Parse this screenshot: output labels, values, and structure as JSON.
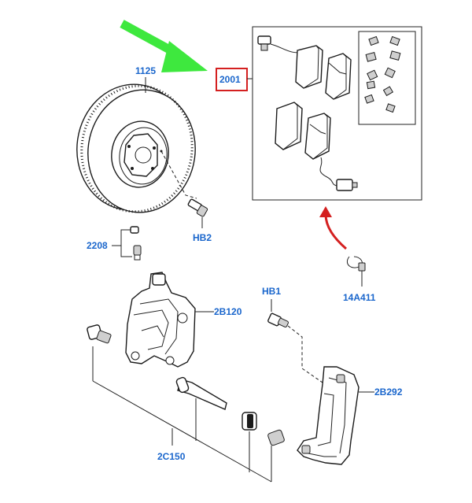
{
  "labels": {
    "rotor": "1125",
    "pad_kit": "2001",
    "bleed_screw": "2208",
    "carrier_bolt": "HB2",
    "caliper": "2B120",
    "caliper_bolt": "HB1",
    "wear_sensor": "14A411",
    "bracket": "2B292",
    "guide_pin_kit": "2C150"
  },
  "colors": {
    "label_text": "#1a66cc",
    "highlight_box": "#d42020",
    "green_arrow": "#3ee83e",
    "red_arrow": "#d42020",
    "line_art": "#1b1b1b"
  }
}
